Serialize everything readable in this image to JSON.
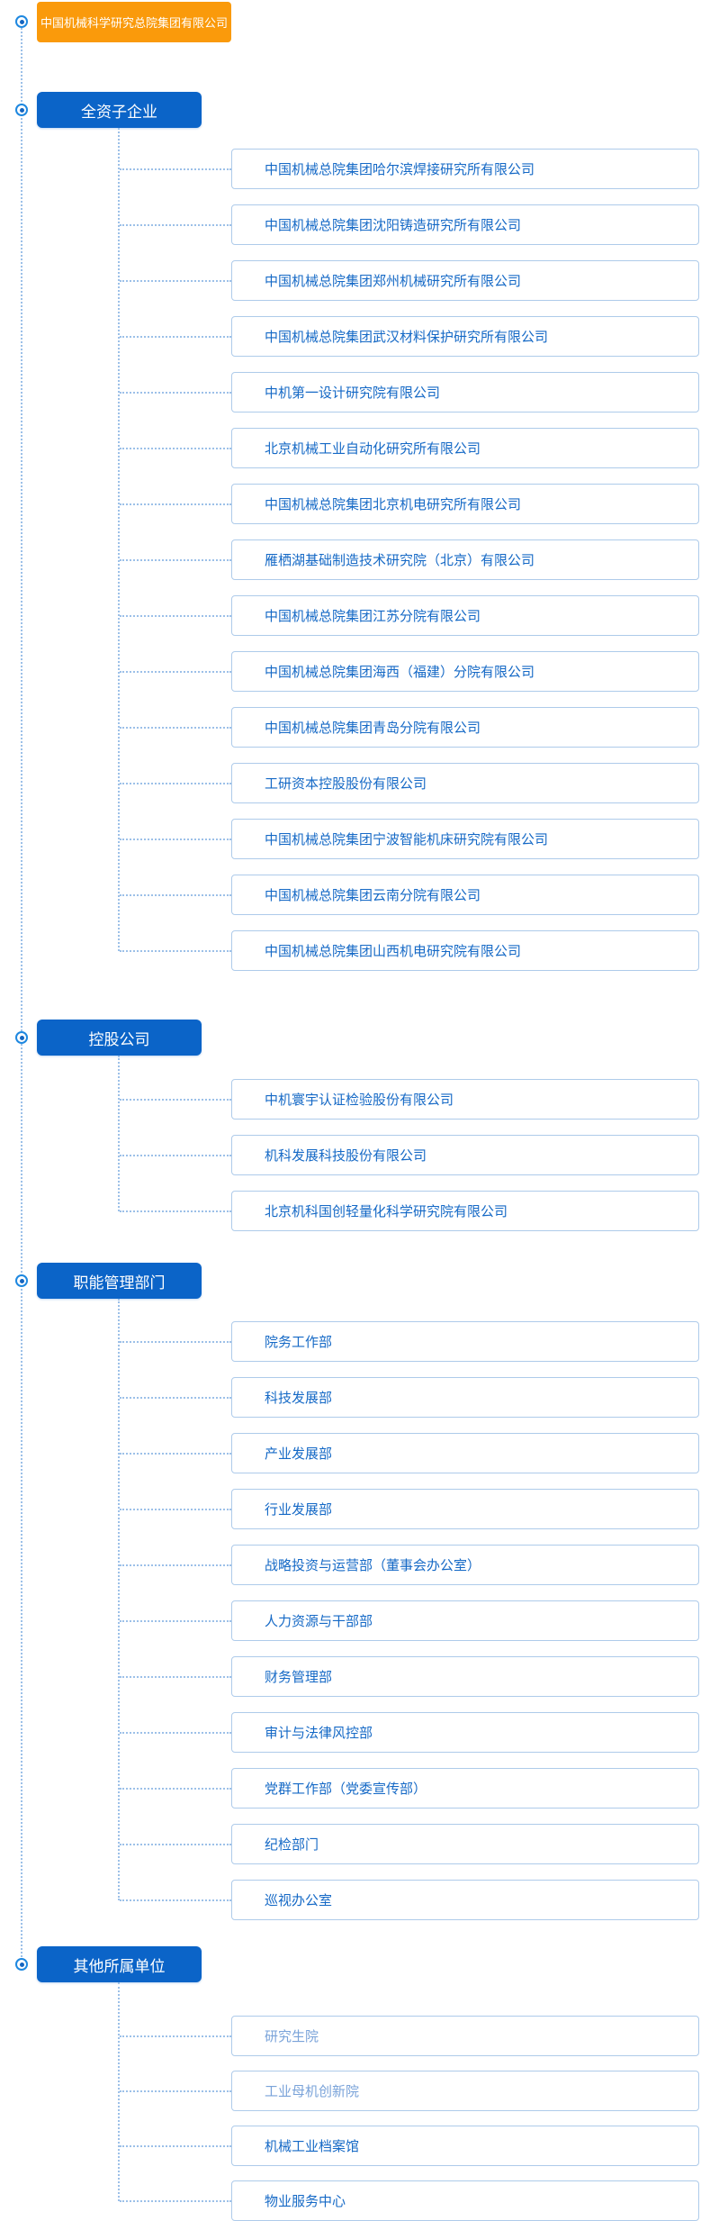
{
  "root": {
    "title": "中国机械科学研究总院集团有限公司"
  },
  "colors": {
    "root_bg": "#fa9a0b",
    "section_bg": "#0b64c8",
    "item_text": "#1569c6",
    "item_text_muted": "#7aa3d9",
    "item_border": "#aecbea",
    "connector": "#9cc0e8",
    "bullet_ring": "#1e88e0",
    "bullet_dot": "#1565c0"
  },
  "icons": {
    "bullet": "ring-with-dot-icon"
  },
  "sections": [
    {
      "label": "全资子企业",
      "items": [
        {
          "text": "中国机械总院集团哈尔滨焊接研究所有限公司"
        },
        {
          "text": "中国机械总院集团沈阳铸造研究所有限公司"
        },
        {
          "text": "中国机械总院集团郑州机械研究所有限公司"
        },
        {
          "text": "中国机械总院集团武汉材料保护研究所有限公司"
        },
        {
          "text": "中机第一设计研究院有限公司"
        },
        {
          "text": "北京机械工业自动化研究所有限公司"
        },
        {
          "text": "中国机械总院集团北京机电研究所有限公司"
        },
        {
          "text": "雁栖湖基础制造技术研究院（北京）有限公司"
        },
        {
          "text": "中国机械总院集团江苏分院有限公司"
        },
        {
          "text": "中国机械总院集团海西（福建）分院有限公司"
        },
        {
          "text": "中国机械总院集团青岛分院有限公司"
        },
        {
          "text": "工研资本控股股份有限公司"
        },
        {
          "text": "中国机械总院集团宁波智能机床研究院有限公司"
        },
        {
          "text": "中国机械总院集团云南分院有限公司"
        },
        {
          "text": "中国机械总院集团山西机电研究院有限公司"
        }
      ]
    },
    {
      "label": "控股公司",
      "items": [
        {
          "text": "中机寰宇认证检验股份有限公司"
        },
        {
          "text": "机科发展科技股份有限公司"
        },
        {
          "text": "北京机科国创轻量化科学研究院有限公司"
        }
      ]
    },
    {
      "label": "职能管理部门",
      "items": [
        {
          "text": "院务工作部"
        },
        {
          "text": "科技发展部"
        },
        {
          "text": "产业发展部"
        },
        {
          "text": "行业发展部"
        },
        {
          "text": "战略投资与运营部（董事会办公室）"
        },
        {
          "text": "人力资源与干部部"
        },
        {
          "text": "财务管理部"
        },
        {
          "text": "审计与法律风控部"
        },
        {
          "text": "党群工作部（党委宣传部）"
        },
        {
          "text": "纪检部门"
        },
        {
          "text": "巡视办公室"
        }
      ]
    },
    {
      "label": "其他所属单位",
      "items": [
        {
          "text": "研究生院",
          "muted": true
        },
        {
          "text": "工业母机创新院",
          "muted": true
        },
        {
          "text": "机械工业档案馆"
        },
        {
          "text": "物业服务中心"
        }
      ]
    }
  ]
}
